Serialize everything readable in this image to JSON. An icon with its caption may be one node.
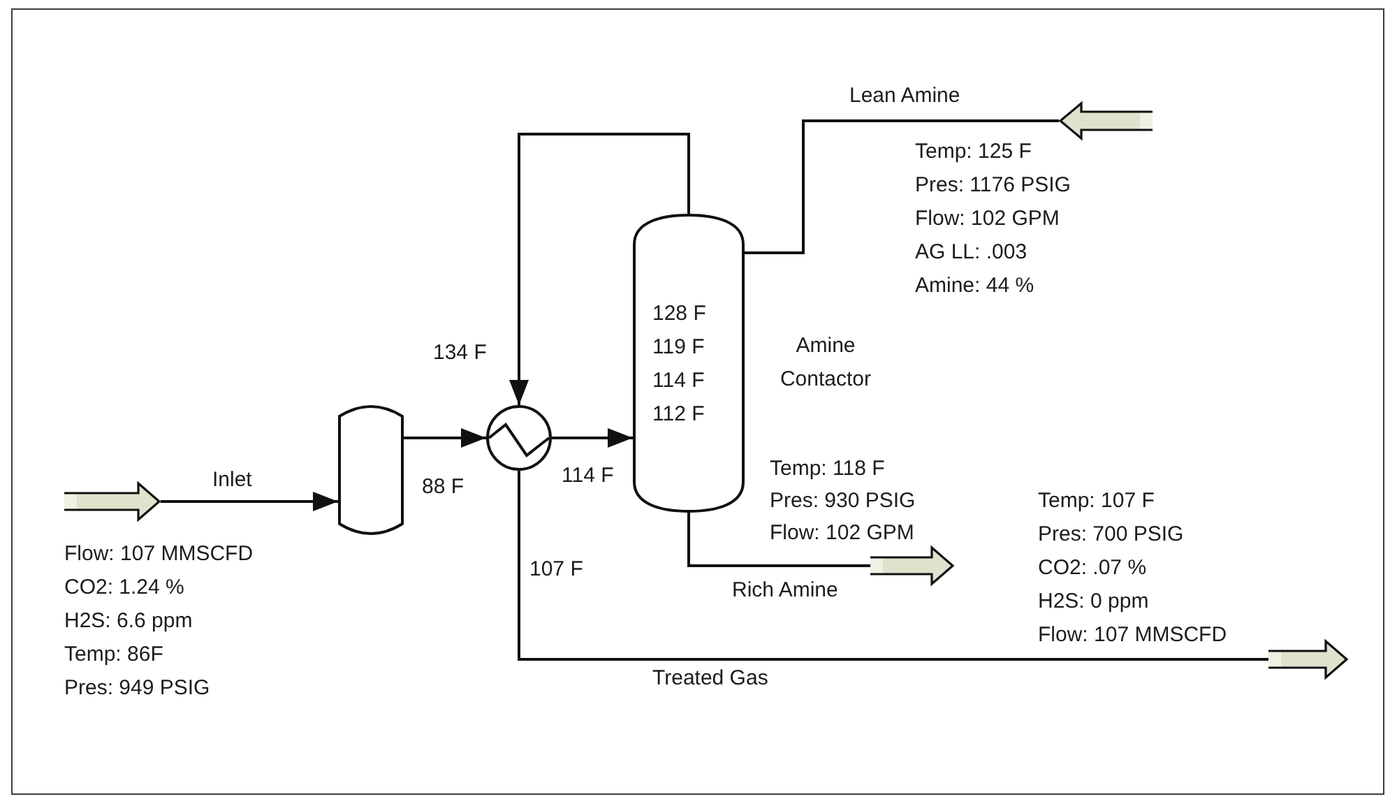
{
  "diagram": {
    "nodes": [
      {
        "text": [],
        "shape": "arrow",
        "beside": [
          "Flow: 107 MMSCFD",
          "CO2: 1.24 %",
          "H2S: 6.6 ppm",
          "Temp: 86F",
          "Pres: 949 PSIG"
        ]
      },
      {
        "text": [],
        "shape": "cylinder"
      },
      {
        "text": [],
        "shape": "circle"
      },
      {
        "text": [
          "128 F",
          "119 F",
          "114 F",
          "112 F"
        ],
        "beside": [
          "Amine Contactor"
        ]
      },
      {
        "text": [],
        "shape": "arrow",
        "beside": [
          "Temp: 125 F",
          "Pres: 1176 PSIG",
          "Flow: 102 GPM",
          "AG LL: .003",
          "Amine: 44 %"
        ]
      },
      {
        "text": [],
        "shape": "arrow",
        "beside": [
          "Temp: 118 F",
          "Pres: 930 PSIG",
          "Flow: 102 GPM"
        ]
      },
      {
        "text": [],
        "shape": "arrow",
        "beside": [
          "Temp: 107 F",
          "Pres: 700 PSIG",
          "CO2: .07 %",
          "H2S: 0 ppm",
          "Flow: 107 MMSCFD"
        ]
      }
    ],
    "edges": [
      {
        "from": 0,
        "to": 1,
        "arrow": "to",
        "label": "Inlet"
      },
      {
        "from": 1,
        "to": 2,
        "arrow": "to",
        "label": "88 F"
      },
      {
        "from": 2,
        "to": 3,
        "arrow": "to",
        "label": "114 F"
      },
      {
        "from": 3,
        "to": 2,
        "arrow": "to",
        "label": "134 F"
      },
      {
        "from": 4,
        "to": 3,
        "arrow": "none",
        "label": "Lean Amine"
      },
      {
        "from": 3,
        "to": 5,
        "arrow": "none",
        "label": "Rich Amine"
      },
      {
        "from": 2,
        "to": 6,
        "arrow": "none",
        "label": "Treated Gas"
      }
    ],
    "labels": [
      "107 F"
    ]
  }
}
